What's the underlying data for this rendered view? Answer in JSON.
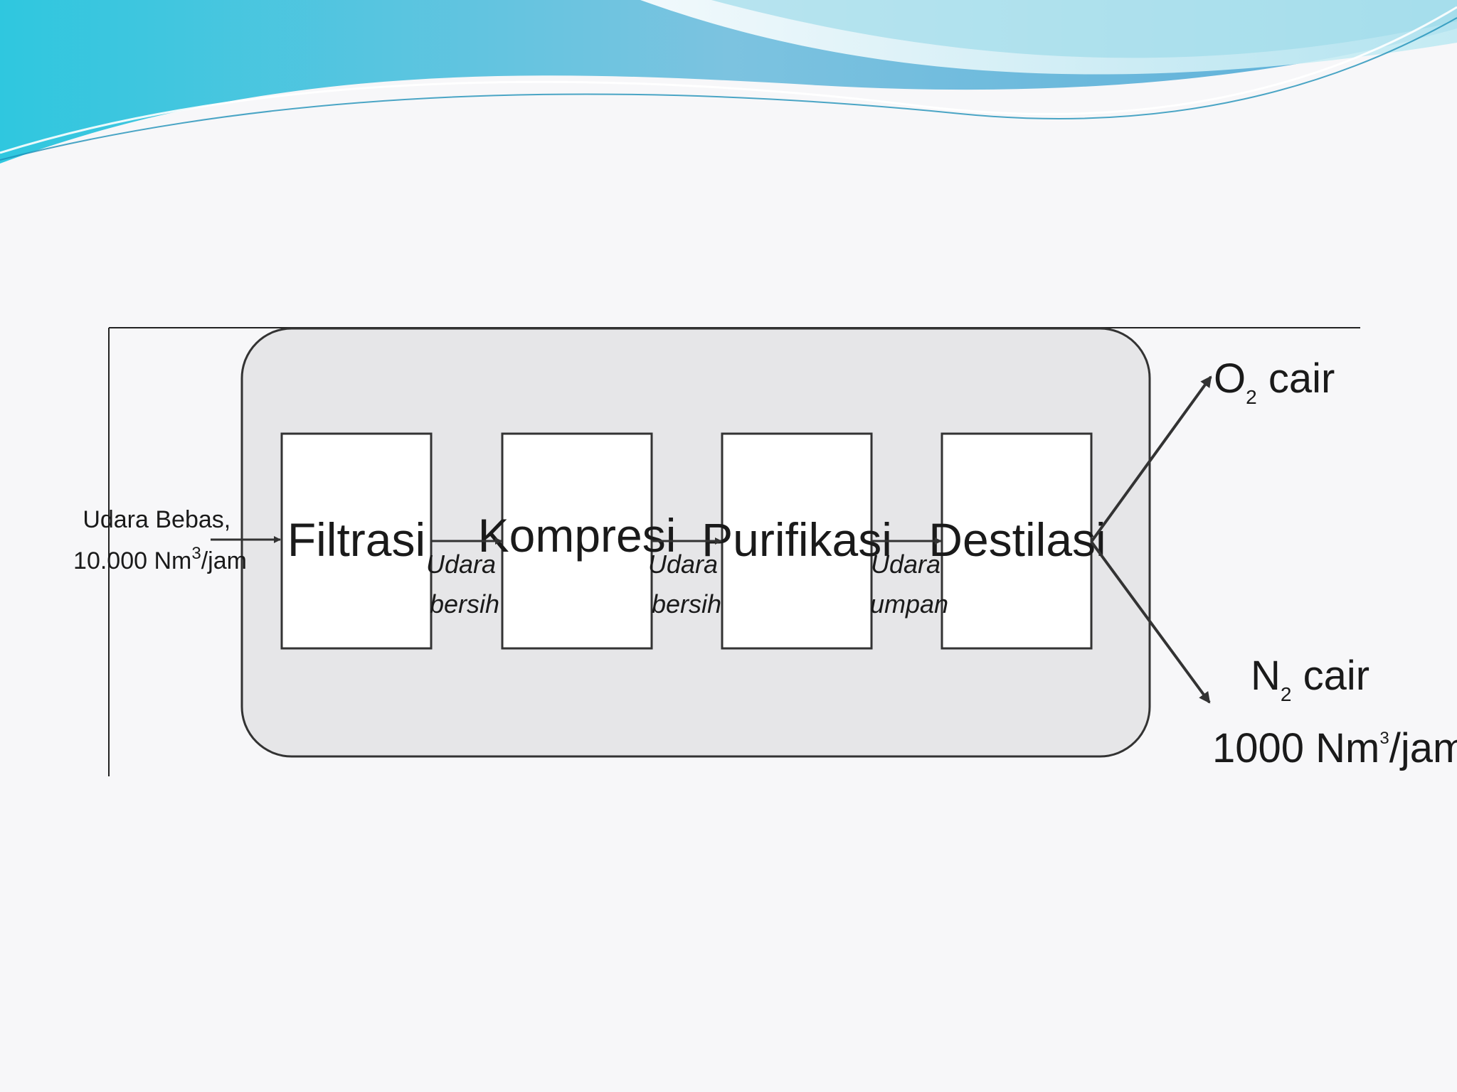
{
  "diagram": {
    "input": {
      "line1": "Udara Bebas,",
      "line2_pre": "10.000 Nm",
      "line2_sup": "3",
      "line2_post": "/jam"
    },
    "boxes": [
      {
        "label": "Filtrasi"
      },
      {
        "label": "Kompresi"
      },
      {
        "label": "Purifikasi"
      },
      {
        "label": "Destilasi"
      }
    ],
    "flows": [
      {
        "line1": "Udara",
        "line2": "bersih"
      },
      {
        "line1": "Udara",
        "line2": "bersih"
      },
      {
        "line1": "Udara",
        "line2": "umpan"
      }
    ],
    "outputs": {
      "o2": {
        "sym": "O",
        "sub": "2",
        "text": " cair"
      },
      "n2": {
        "sym": "N",
        "sub": "2",
        "text": " cair",
        "rate_pre": "1000 Nm",
        "rate_sup": "3",
        "rate_post": "/jam"
      }
    }
  },
  "colors": {
    "wave_dark": "#3fb7d8",
    "wave_light": "#a9e4ef",
    "panel_fill": "#e6e6e8",
    "stroke": "#333333"
  }
}
